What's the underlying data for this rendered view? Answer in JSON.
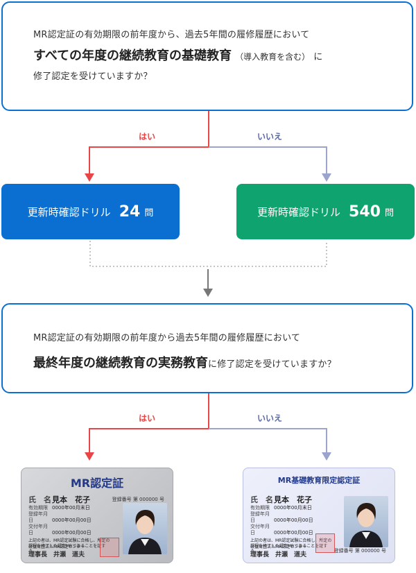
{
  "q1": {
    "line1": "MR認定証の有効期限の前年度から、過去5年間の履修履歴において",
    "line2_bold": "すべての年度の継続教育の基礎教育",
    "line2_paren": "（導入教育を含む）",
    "line2_tail": "に",
    "line3": "修了認定を受けていますか？"
  },
  "branch1": {
    "yes": "はい",
    "no": "いいえ"
  },
  "result_left": {
    "text": "更新時確認ドリル",
    "count": "24",
    "unit": "問"
  },
  "result_right": {
    "text": "更新時確認ドリル",
    "count": "540",
    "unit": "問"
  },
  "q2": {
    "line1": "MR認定証の有効期限の前年度から過去5年間の履修履歴において",
    "line2_bold": "最終年度の継続教育の実務教育",
    "line2_tail": "に修了認定を受けていますか？"
  },
  "branch2": {
    "yes": "はい",
    "no": "いいえ"
  },
  "card_left": {
    "title": "MR認定証",
    "reg": "登録番号 第 000000 号",
    "name_label": "氏　名",
    "name": "見本　花子",
    "rows": [
      {
        "k": "有効期限",
        "v": "0000年00月末日"
      },
      {
        "k": "登録年月日",
        "v": "0000年00月00日"
      },
      {
        "k": "交付年月日",
        "v": "0000年00月00日"
      }
    ],
    "note": "上記の者は、MR認定試験に合格し、所定の課程を修了した認定MRであることを証する。",
    "issuer": "公益財団法人MR認定センター",
    "chief": "理事長　井瀬　道夫"
  },
  "card_right": {
    "title": "MR基礎教育限定認定証",
    "reg": "登録番号 第 000000 号",
    "name_label": "氏　名",
    "name": "見本　花子",
    "rows": [
      {
        "k": "有効期限",
        "v": "0000年00月末日"
      },
      {
        "k": "登録年月日",
        "v": "0000年00月00日"
      },
      {
        "k": "交付年月日",
        "v": "0000年00月00日"
      }
    ],
    "note": "上記の者は、MR認定試験に合格し、所定の課程を修了した認定MRであることを証する。",
    "issuer": "公益財団法人MR認定センター",
    "chief": "理事長　井瀬　道夫"
  },
  "colors": {
    "blue": "#0a6fd1",
    "green": "#0fa46f",
    "yes": "#e84646",
    "no": "#9aa4cc",
    "dotted": "#c4c4c4"
  }
}
